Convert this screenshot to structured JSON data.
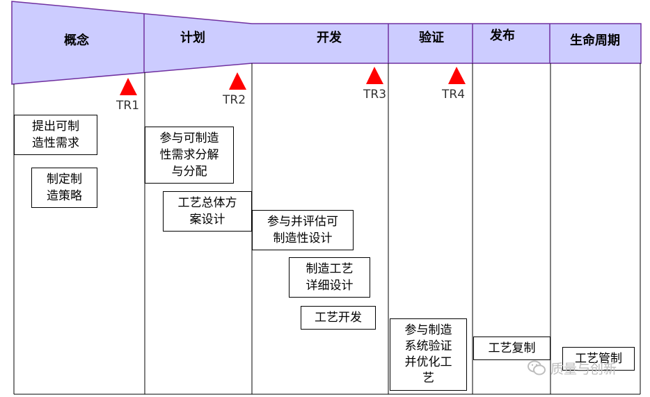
{
  "phases": [
    {
      "id": "concept",
      "label": "概念"
    },
    {
      "id": "plan",
      "label": "计划"
    },
    {
      "id": "develop",
      "label": "开发"
    },
    {
      "id": "verify",
      "label": "验证"
    },
    {
      "id": "release",
      "label": "发布"
    },
    {
      "id": "lifecycle",
      "label": "生命周期"
    }
  ],
  "milestones": [
    {
      "id": "tr1",
      "label": "TR1"
    },
    {
      "id": "tr2",
      "label": "TR2"
    },
    {
      "id": "tr3",
      "label": "TR3"
    },
    {
      "id": "tr4",
      "label": "TR4"
    }
  ],
  "tasks": [
    {
      "id": "propose-mfg-req",
      "label": "提出可制\n造性需求"
    },
    {
      "id": "define-mfg-strategy",
      "label": "制定制\n造策略"
    },
    {
      "id": "decompose-mfg-req",
      "label": "参与可制造\n性需求分解\n与分配"
    },
    {
      "id": "overall-process-design",
      "label": "工艺总体方\n案设计"
    },
    {
      "id": "evaluate-mfg-design",
      "label": "参与并评估可\n制造性设计"
    },
    {
      "id": "detailed-process-design",
      "label": "制造工艺\n详细设计"
    },
    {
      "id": "process-development",
      "label": "工艺开发"
    },
    {
      "id": "verify-system",
      "label": "参与制造\n系统验证\n并优化工\n艺"
    },
    {
      "id": "process-replication",
      "label": "工艺复制"
    },
    {
      "id": "process-control",
      "label": "工艺管制"
    }
  ],
  "colors": {
    "header_fill": "#ccccff",
    "header_stroke": "#7030a0",
    "triangle": "#ff0000"
  },
  "watermark": {
    "text": "质量与创新"
  }
}
